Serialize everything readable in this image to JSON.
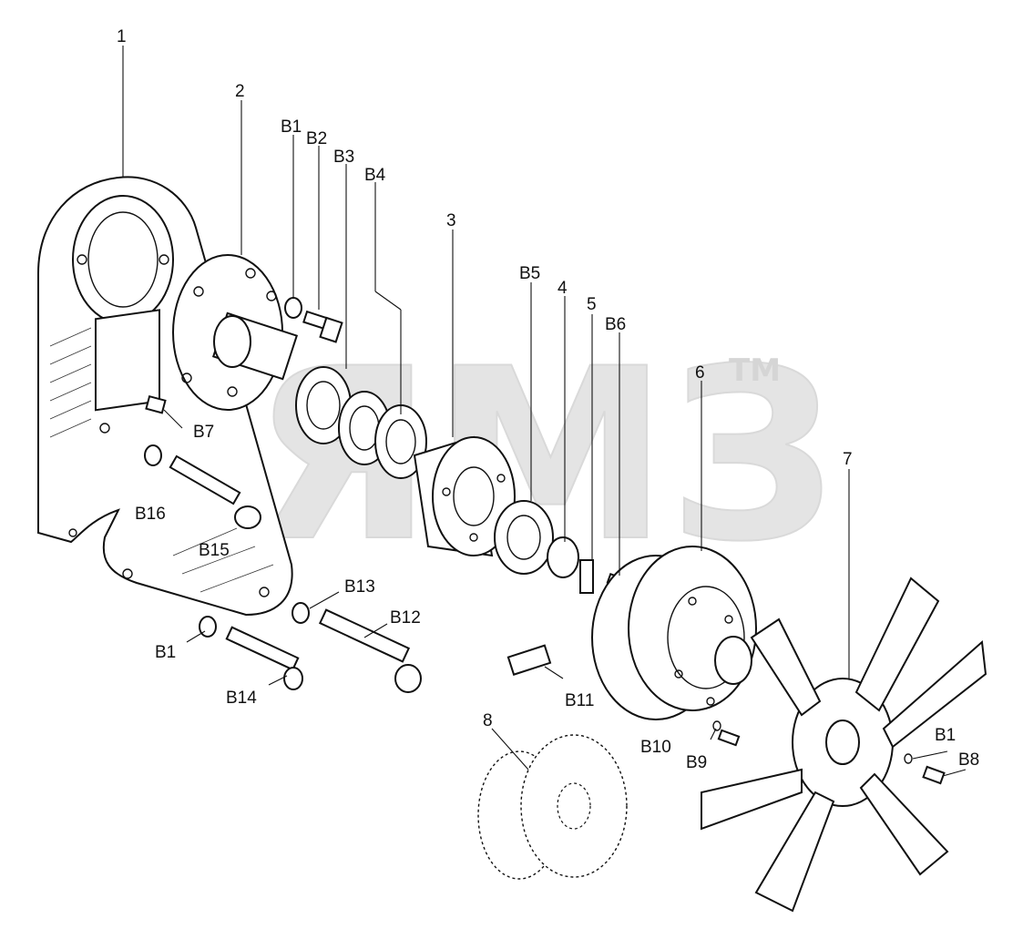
{
  "diagram": {
    "watermark": {
      "text": "ЯМЗ",
      "mark": "TM"
    },
    "part_labels": {
      "p1": "1",
      "p2": "2",
      "p3": "3",
      "p4": "4",
      "p5": "5",
      "p6": "6",
      "p7": "7",
      "p8": "8",
      "b1_top": "B1",
      "b2": "B2",
      "b3": "B3",
      "b4": "B4",
      "b5": "B5",
      "b6": "B6",
      "b7": "B7",
      "b16": "B16",
      "b15": "B15",
      "b13": "B13",
      "b12": "B12",
      "b1_left": "B1",
      "b14": "B14",
      "b11": "B11",
      "b10": "B10",
      "b9": "B9",
      "b1_right": "B1",
      "b8": "B8"
    }
  }
}
